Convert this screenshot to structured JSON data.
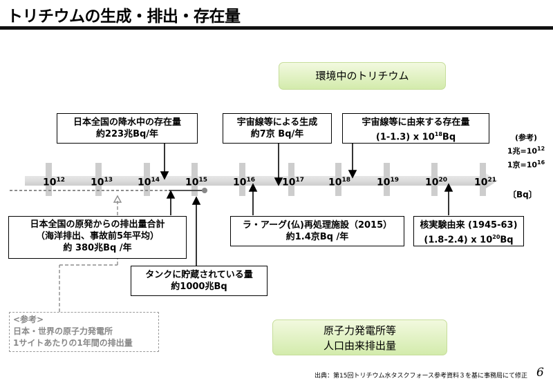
{
  "page": {
    "title": "トリチウムの生成・排出・存在量",
    "page_number": "6",
    "source": "出典：第15回トリチウム水タスクフォース参考資料３を基に事務局にて修正"
  },
  "headers": {
    "environment": "環境中のトリチウム",
    "nuclear_line1": "原子力発電所等",
    "nuclear_line2": "人口由来排出量"
  },
  "axis": {
    "unit": "〔Bq〕",
    "ticks": [
      {
        "base": "10",
        "exp": "12"
      },
      {
        "base": "10",
        "exp": "13"
      },
      {
        "base": "10",
        "exp": "14"
      },
      {
        "base": "10",
        "exp": "15"
      },
      {
        "base": "10",
        "exp": "16"
      },
      {
        "base": "10",
        "exp": "17"
      },
      {
        "base": "10",
        "exp": "18"
      },
      {
        "base": "10",
        "exp": "19"
      },
      {
        "base": "10",
        "exp": "20"
      },
      {
        "base": "10",
        "exp": "21"
      }
    ]
  },
  "reference_right": {
    "title": "(参考)",
    "line1_prefix": "1兆=10",
    "line1_exp": "12",
    "line2_prefix": "1京=10",
    "line2_exp": "16"
  },
  "boxes": {
    "precip": {
      "line1": "日本全国の降水中の存在量",
      "line2": "約223兆Bq/年"
    },
    "cosmic_gen": {
      "line1": "宇宙線等による生成",
      "line2": "約7京 Bq/年"
    },
    "cosmic_stock": {
      "line1": "宇宙線等に由来する存在量",
      "line2_pre": "(1-1.3) x 10",
      "line2_exp": "18",
      "line2_post": "Bq"
    },
    "japan_npp": {
      "line1": "日本全国の原発からの排出量合計",
      "line2": "（海洋排出、事故前5年平均）",
      "line3": "約 380兆Bq /年"
    },
    "la_hague": {
      "line1": "ラ・アーグ(仏)再処理施設（2015）",
      "line2": "約1.4京Bq /年"
    },
    "nuclear_test": {
      "line1": "核実験由来 (1945-63)",
      "line2_pre": "(1.8-2.4) x 10",
      "line2_exp": "20",
      "line2_post": "Bq"
    },
    "tank": {
      "line1": "タンクに貯蔵されている量",
      "line2": "約1000兆Bq"
    },
    "reference_site": {
      "line1": "<参考>",
      "line2": "日本・世界の原子力発電所",
      "line3": "1サイトあたりの1年間の排出量"
    }
  },
  "colors": {
    "green_top": "#f2f9df",
    "green_bottom": "#d3ebac",
    "axis_gray": "#d7d7d7",
    "reference_gray": "#8c8c8c"
  }
}
